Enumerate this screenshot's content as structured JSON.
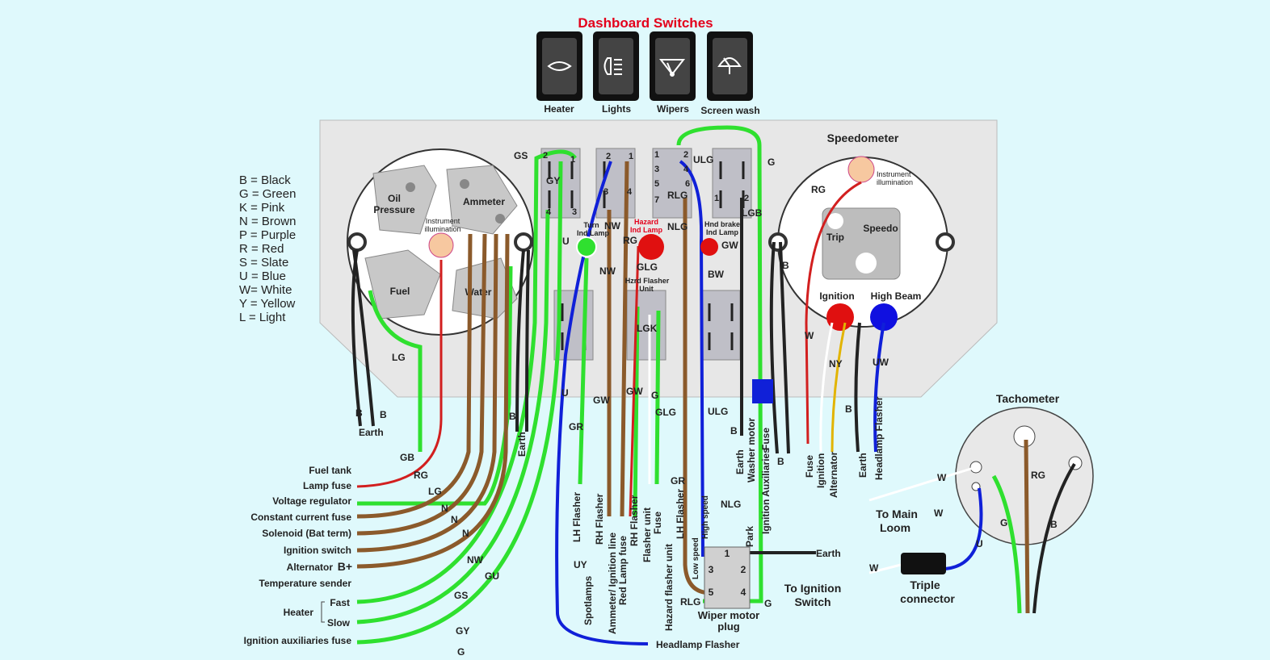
{
  "title": "Dashboard Switches",
  "colors": {
    "background": "#dff9fc",
    "panel": "#e7e7e7",
    "title": "#e3001b",
    "wire_green": "#2fe02f",
    "wire_brown": "#8b5a2b",
    "wire_black": "#222222",
    "wire_blue": "#1020d8",
    "wire_red": "#d21f1f",
    "wire_white": "#ffffff",
    "wire_yellow": "#e2b400"
  },
  "switches": [
    {
      "label": "Heater",
      "icon": "fan-icon"
    },
    {
      "label": "Lights",
      "icon": "headlamp-icon"
    },
    {
      "label": "Wipers",
      "icon": "wiper-icon"
    },
    {
      "label": "Screen wash",
      "icon": "washer-icon"
    }
  ],
  "legend": [
    "B = Black",
    "G = Green",
    "K = Pink",
    "N = Brown",
    "P = Purple",
    "R = Red",
    "S = Slate",
    "U = Blue",
    "W= White",
    "Y = Yellow",
    "L = Light"
  ],
  "gauges": {
    "oil": "Oil\nPressure",
    "ammeter": "Ammeter",
    "fuel": "Fuel",
    "water": "Water",
    "instrument_illumination": "Instrument illumination",
    "speedometer": "Speedometer",
    "speedo": "Speedo",
    "trip": "Trip",
    "ignition": "Ignition",
    "high_beam": "High Beam",
    "tachometer": "Tachometer"
  },
  "lamps": {
    "turn": "Turn\nInd Lamp",
    "hazard": "Hazard\nInd Lamp",
    "hazard_flasher": "Hzrd Flasher\nUnit",
    "hnd_brake": "Hnd brake\nInd Lamp"
  },
  "left_destinations": [
    {
      "label": "Fuel tank",
      "code": "GB"
    },
    {
      "label": "Lamp fuse",
      "code": "RG"
    },
    {
      "label": "Voltage regulator",
      "code": "LG"
    },
    {
      "label": "Constant current fuse",
      "code": "N"
    },
    {
      "label": "Solenoid (Bat term)",
      "code": "N"
    },
    {
      "label": "Ignition switch",
      "code": "N"
    },
    {
      "label": "Alternator",
      "code": "NW",
      "suffix": "B+"
    },
    {
      "label": "Temperature sender",
      "code": "GU"
    },
    {
      "label": "Heater",
      "sub": [
        "Fast",
        "Slow"
      ],
      "codes": [
        "GS",
        "GY"
      ]
    },
    {
      "label": "Ignition auxiliaries fuse",
      "code": "G"
    }
  ],
  "bottom_vertical": [
    "LH Flasher",
    "Spotlamps",
    "RH Flasher",
    "Ammeter/ Ignition line",
    "Red Lamp fuse",
    "RH Flasher",
    "Flasher unit",
    "Hazard flasher unit",
    "Fuse",
    "LH Flasher",
    "Low speed",
    "High speed",
    "Park",
    "Ignition Auxiliaries",
    "Fuse",
    "Washer motor",
    "Earth",
    "Fuse",
    "Ignition",
    "Alternator",
    "Earth",
    "Headlamp Flasher",
    "Earth"
  ],
  "wire_codes": [
    "GS",
    "GY",
    "U",
    "NW",
    "RG",
    "GLG",
    "ULG",
    "RLG",
    "LGK",
    "NLG",
    "GW",
    "BW",
    "LGB",
    "G",
    "B",
    "W",
    "NY",
    "UW",
    "GW",
    "GR",
    "UY",
    "LG",
    "N",
    "GB",
    "GU",
    "UW"
  ],
  "bottom_labels": {
    "headlamp_flasher": "Headlamp Flasher",
    "wiper_plug": "Wiper motor\nplug",
    "to_ignition": "To Ignition\nSwitch",
    "to_main_loom": "To Main\nLoom",
    "triple_connector": "Triple\nconnector",
    "earth": "Earth"
  },
  "connector_pins": [
    "1",
    "2",
    "3",
    "4",
    "5",
    "6",
    "7"
  ]
}
